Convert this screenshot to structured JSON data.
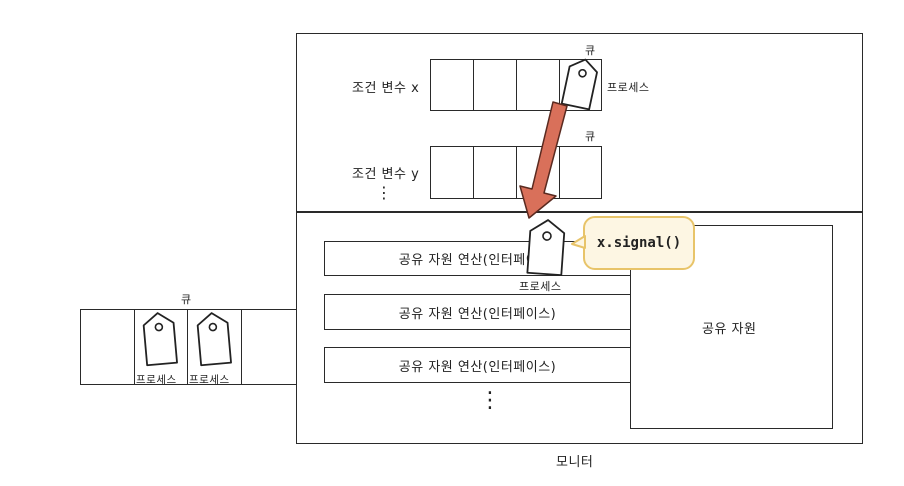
{
  "queue_label": "큐",
  "process_label": "프로세스",
  "cond_var_x": "조건 변수 x",
  "cond_var_y": "조건 변수 y",
  "vdots": "⋮",
  "operation_label": "공유 자원 연산(인터페이스)",
  "shared_resource": "공유 자원",
  "monitor_label": "모니터",
  "signal_call": "x.signal()",
  "colors": {
    "arrow": "#d9705a",
    "arrow_border": "#5a2a20",
    "bubble_fill": "#fdf6e3",
    "bubble_border": "#e8c469"
  },
  "icons": [
    "process-tag-icon",
    "signal-arrow"
  ]
}
